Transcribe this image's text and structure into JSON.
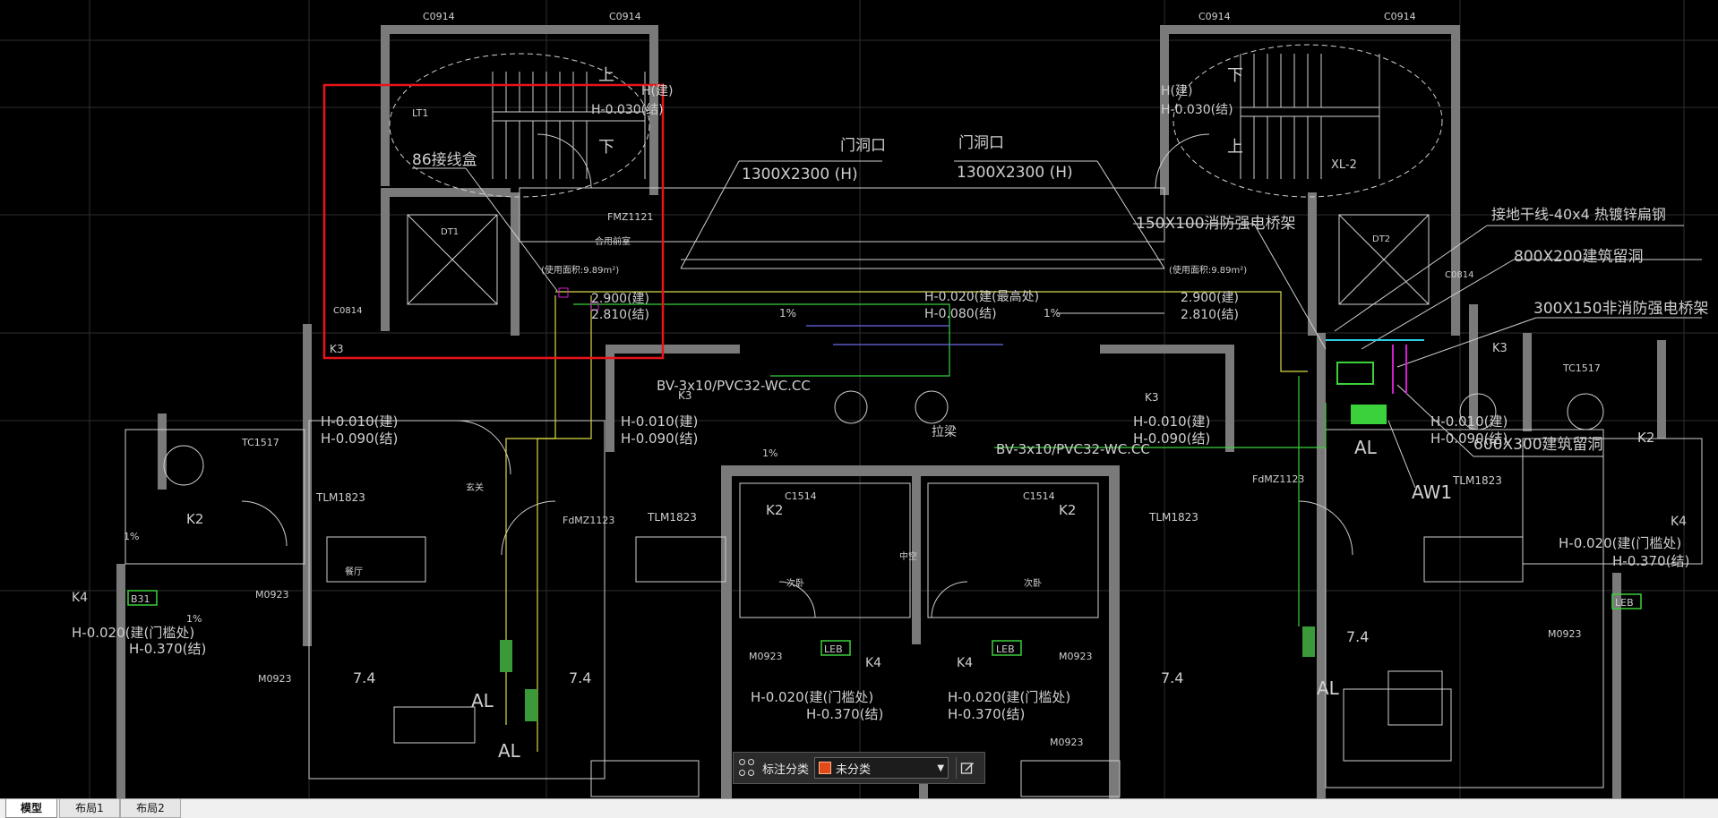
{
  "drawing": {
    "windows": [
      "C0914",
      "C0914",
      "C0914",
      "C0914",
      "C0814",
      "C0814"
    ],
    "stair_labels": {
      "up": "上",
      "down": "下",
      "left_elev1": "H(建)",
      "left_elev2": "H-0.030(结)",
      "right_elev1": "H(建)",
      "right_elev2": "H-0.030(结)",
      "lt": "LT1",
      "xl": "XL-2"
    },
    "annotations": {
      "junction_box": "86接线盒",
      "door_opening_1_title": "门洞口",
      "door_opening_1_size": "1300X2300 (H)",
      "door_opening_2_title": "门洞口",
      "door_opening_2_size": "1300X2300 (H)",
      "tray_150": "150X100消防强电桥架",
      "ground_line": "接地干线-40x4 热镀锌扁钢",
      "hole_800": "800X200建筑留洞",
      "tray_300": "300X150非消防强电桥架",
      "hole_600": "600X300建筑留洞",
      "elev_a1": "2.900(建)",
      "elev_a2": "2.810(结)",
      "elev_b1": "H-0.020(建(最高处)",
      "elev_b2": "H-0.080(结)",
      "elev_c1": "2.900(建)",
      "elev_c2": "2.810(结)",
      "slope1": "1%",
      "slope2": "1%",
      "cable1": "BV-3x10/PVC32-WC.CC",
      "cable2": "BV-3x10/PVC32-WC.CC",
      "shaft": "拉梁",
      "fmz": "FMZ1121",
      "lobby": "合用前室",
      "lobby_area": "(使用面积:9.89m²)",
      "lobby_area_r": "(使用面积:9.89m²)",
      "dt1": "DT1",
      "dt2": "DT2",
      "k3_left": "K3",
      "k3_mid": "K3",
      "k3_mid2": "K3",
      "k3_right": "K3",
      "k2_left": "K2",
      "k2_mid1": "K2",
      "k2_mid2": "K2",
      "k2_right": "K2",
      "k4_far": "K4",
      "k4_mid1": "K4",
      "k4_mid2": "K4",
      "k4_right": "K4",
      "h010a": "H-0.010(建)",
      "h090a": "H-0.090(结)",
      "h010b": "H-0.010(建)",
      "h090b": "H-0.090(结)",
      "h010c": "H-0.010(建)",
      "h090c": "H-0.090(结)",
      "h010d": "H-0.010(建)",
      "h090d": "H-0.090(结)",
      "tc1517a": "TC1517",
      "tc1517b": "TC1517",
      "tlm1": "TLM1823",
      "tlm2": "TLM1823",
      "tlm3": "TLM1823",
      "tlm4": "TLM1823",
      "c1514a": "C1514",
      "c1514b": "C1514",
      "m0923a": "M0923",
      "m0923b": "M0923",
      "m0923c": "M0923",
      "m0923d": "M0923",
      "m0923e": "M0923",
      "m0923f": "M0923",
      "fdm1": "FdMZ1123",
      "fdm2": "FdMZ1123",
      "num74a": "7.4",
      "num74b": "7.4",
      "num74c": "7.4",
      "num74d": "7.4",
      "al1": "AL",
      "al2": "AL",
      "al3": "AL",
      "al4": "AL",
      "aw1": "AW1",
      "leb1": "LEB",
      "leb2": "LEB",
      "leb3": "LEB",
      "b31": "B31",
      "h020a": "H-0.020(建(门槛处)",
      "h370a": "H-0.370(结)",
      "h020b": "H-0.020(建(门槛处)",
      "h370b": "H-0.370(结)",
      "h020c": "H-0.020(建(门槛处)",
      "h370c": "H-0.370(结)",
      "h020d": "H-0.020(建(门槛处)",
      "h370d": "H-0.370(结)",
      "pct1": "1%",
      "pct2": "1%",
      "pct3": "1%",
      "zhongkong": "中空",
      "ciwo1": "次卧",
      "ciwo2": "次卧",
      "canting": "餐厅",
      "xuanguan": "玄关"
    },
    "colors": {
      "wall": "#7a7a7a",
      "line": "#cfcfcf",
      "highlight": "#e8141b",
      "cable_yellow": "#d9d94a",
      "cable_green": "#3ad13a",
      "cyan": "#2ad0e8",
      "magenta": "#d020d0",
      "blue": "#6a6ae6"
    }
  },
  "annotation_toolbar": {
    "label": "标注分类",
    "selected": "未分类",
    "swatch_color": "#e24a1a",
    "icon_grid": "grid-icon",
    "icon_edit": "edit-icon"
  },
  "layout_tabs": {
    "model": "模型",
    "layout1": "布局1",
    "layout2": "布局2"
  }
}
